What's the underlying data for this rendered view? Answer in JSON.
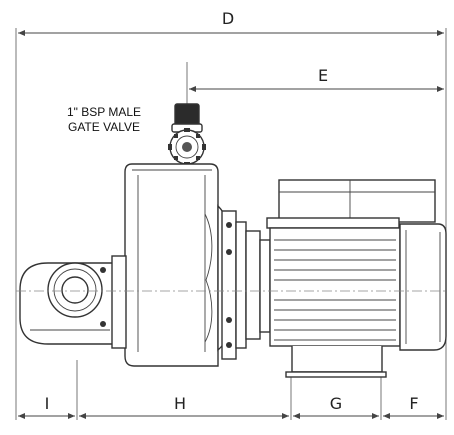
{
  "dimensions": {
    "D": "D",
    "E": "E",
    "I": "I",
    "H": "H",
    "G": "G",
    "F": "F"
  },
  "callout": {
    "line1": "1\" BSP MALE",
    "line2": "GATE VALVE"
  }
}
